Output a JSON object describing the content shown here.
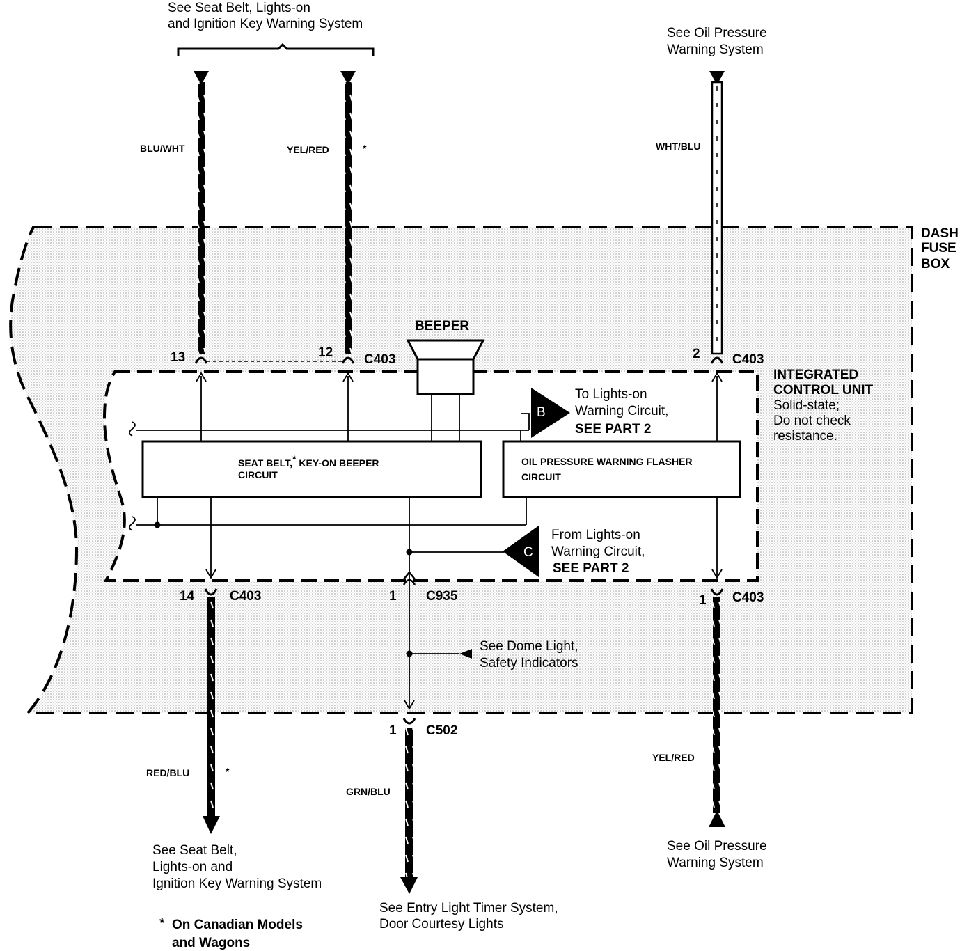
{
  "top_refs": {
    "seat_belt_line1": "See Seat Belt, Lights-on",
    "seat_belt_line2": "and Ignition Key Warning System",
    "oil_line1": "See Oil Pressure",
    "oil_line2": "Warning System"
  },
  "wires": {
    "blu_wht": "BLU/WHT",
    "yel_red_top": "YEL/RED",
    "wht_blu": "WHT/BLU",
    "red_blu": "RED/BLU",
    "grn_blu": "GRN/BLU",
    "yel_red_bottom": "YEL/RED",
    "asterisk": "*"
  },
  "pins": {
    "p13": "13",
    "p12": "12",
    "p2": "2",
    "p14": "14",
    "p1_c935": "1",
    "p1_c403": "1",
    "p1_c502": "1"
  },
  "connectors": {
    "c403": "C403",
    "c935": "C935",
    "c502": "C502"
  },
  "beeper_label": "BEEPER",
  "dash_fuse_box": [
    "DASH",
    "FUSE",
    "BOX"
  ],
  "icu": {
    "title1": "INTEGRATED",
    "title2": "CONTROL UNIT",
    "note1": "Solid-state;",
    "note2": "Do not check",
    "note3": "resistance."
  },
  "circuits": {
    "seat_belt_line1": "SEAT BELT,",
    "seat_belt_star": "*",
    "seat_belt_line1b": "KEY-ON BEEPER",
    "seat_belt_line2": "CIRCUIT",
    "oil_line1": "OIL PRESSURE WARNING FLASHER",
    "oil_line2": "CIRCUIT"
  },
  "offpage": {
    "b_letter": "B",
    "b_line1": "To Lights-on",
    "b_line2": "Warning Circuit,",
    "b_line3": "SEE PART 2",
    "c_letter": "C",
    "c_line1": "From Lights-on",
    "c_line2": "Warning Circuit,",
    "c_line3": "SEE PART 2"
  },
  "dome": {
    "line1": "See Dome Light,",
    "line2": "Safety Indicators"
  },
  "bottom_refs": {
    "seat_belt_line1": "See Seat Belt,",
    "seat_belt_line2": "Lights-on and",
    "seat_belt_line3": "Ignition Key Warning System",
    "entry_line1": "See Entry Light Timer System,",
    "entry_line2": "Door Courtesy Lights",
    "oil_line1": "See Oil Pressure",
    "oil_line2": "Warning System"
  },
  "footnote": {
    "star": "*",
    "line1": "On Canadian Models",
    "line2": "and Wagons"
  }
}
